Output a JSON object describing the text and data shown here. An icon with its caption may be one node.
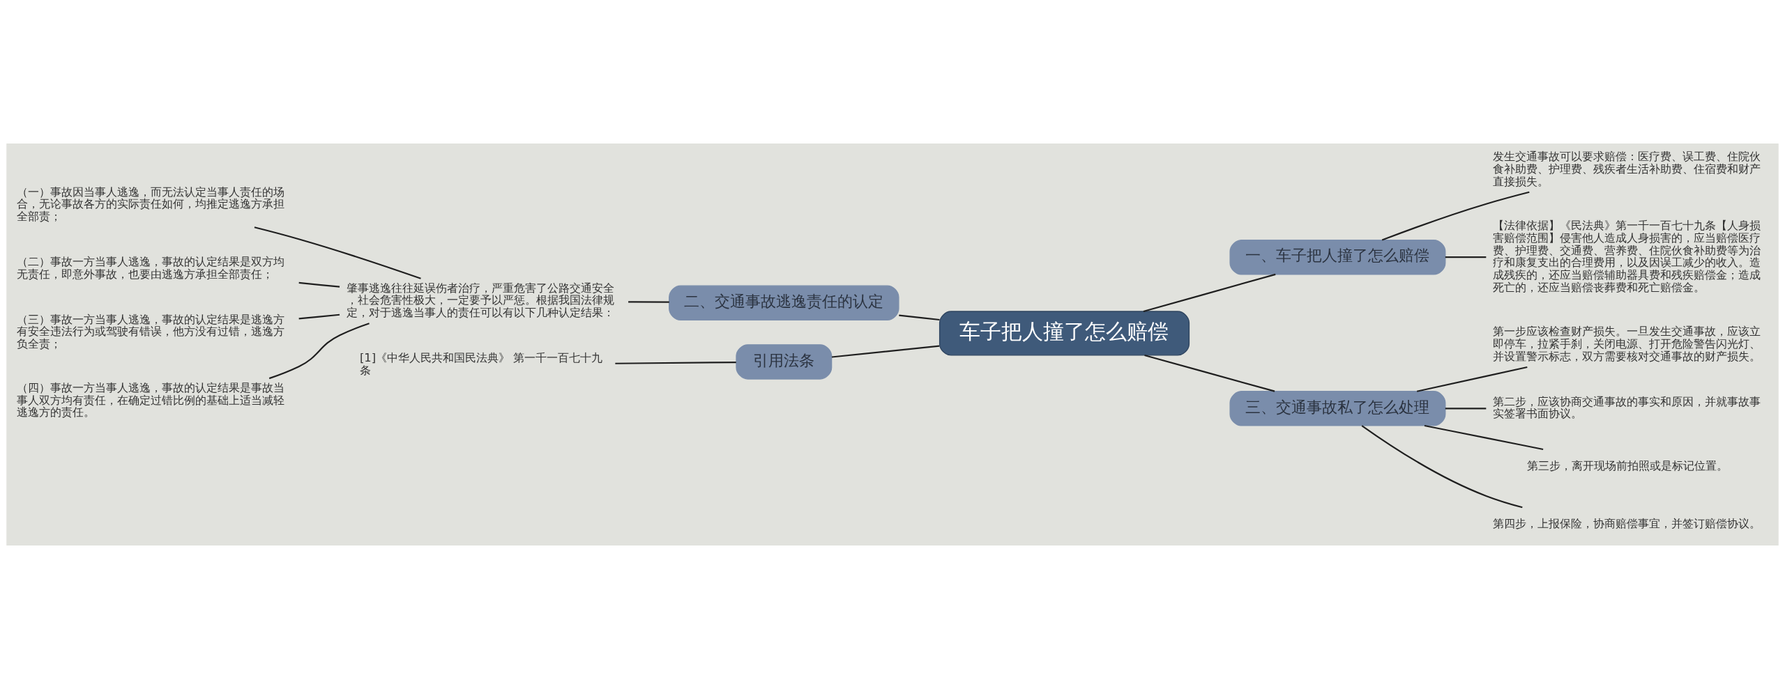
{
  "diagram": {
    "nodes": [
      {
        "text": [
          "车子把人撞了怎么赔偿"
        ]
      },
      {
        "text": [
          "一、车子把人撞了怎么赔偿"
        ]
      },
      {
        "text": [
          "发生交通事故可以要求赔偿：医疗费、误工费、住院伙食补助费、护理费、残疾者生活补助费、住宿费和财产直接损失。"
        ]
      },
      {
        "text": [
          "【法律依据】《民法典》第一千一百七十九条【人身损害赔偿范围】侵害他人造成人身损害的，应当赔偿医疗费、护理费、交通费、营养费、住院伙食补助费等为治疗和康复支出的合理费用，以及因误工减少的收入。造成残疾的，还应当赔偿辅助器具费和残疾赔偿金；造成死亡的，还应当赔偿丧葬费和死亡赔偿金。"
        ]
      },
      {
        "text": [
          "二、交通事故逃逸责任的认定"
        ]
      },
      {
        "text": [
          "肇事逃逸往往延误伤者治疗，严重危害了公路交通安全，社会危害性极大，一定要予以严惩。根据我国法律规定，对于逃逸当事人的责任可以有以下几种认定结果："
        ]
      },
      {
        "text": [
          "（一）事故因当事人逃逸，而无法认定当事人责任的场合，无论事故各方的实际责任如何，均推定逃逸方承担全部责；"
        ]
      },
      {
        "text": [
          "（二）事故一方当事人逃逸，事故的认定结果是双方均无责任，即意外事故，也要由逃逸方承担全部责任；"
        ]
      },
      {
        "text": [
          "（三）事故一方当事人逃逸，事故的认定结果是逃逸方有安全违法行为或驾驶有错误，他方没有过错，逃逸方负全责；"
        ]
      },
      {
        "text": [
          "（四）事故一方当事人逃逸，事故的认定结果是事故当事人双方均有责任，在确定过错比例的基础上适当减轻逃逸方的责任。"
        ]
      },
      {
        "text": [
          "三、交通事故私了怎么处理"
        ]
      },
      {
        "text": [
          "第一步应该检查财产损失。一旦发生交通事故，应该立即停车，拉紧手刹，关闭电源、打开危险警告闪光灯、并设置警示标志，双方需要核对交通事故的财产损失。"
        ]
      },
      {
        "text": [
          "第二步，应该协商交通事故的事实和原因，并就事故事实签署书面协议。"
        ]
      },
      {
        "text": [
          "第三步，离开现场前拍照或是标记位置。"
        ]
      },
      {
        "text": [
          "第四步，上报保险，协商赔偿事宜，并签订赔偿协议。"
        ]
      },
      {
        "text": [
          "引用法条"
        ]
      },
      {
        "text": [
          "[1]《中华人民共和国民法典》 第一千一百七十九条"
        ]
      }
    ],
    "edges": [
      {
        "from": 0,
        "to": 1,
        "arrow": "none"
      },
      {
        "from": 1,
        "to": 2,
        "arrow": "none"
      },
      {
        "from": 1,
        "to": 3,
        "arrow": "none"
      },
      {
        "from": 4,
        "to": 0,
        "arrow": "none"
      },
      {
        "from": 5,
        "to": 4,
        "arrow": "none"
      },
      {
        "from": 6,
        "to": 5,
        "arrow": "none"
      },
      {
        "from": 7,
        "to": 5,
        "arrow": "none"
      },
      {
        "from": 8,
        "to": 5,
        "arrow": "none"
      },
      {
        "from": 9,
        "to": 5,
        "arrow": "none"
      },
      {
        "from": 0,
        "to": 10,
        "arrow": "none"
      },
      {
        "from": 10,
        "to": 11,
        "arrow": "none"
      },
      {
        "from": 10,
        "to": 12,
        "arrow": "none"
      },
      {
        "from": 10,
        "to": 13,
        "arrow": "none"
      },
      {
        "from": 10,
        "to": 14,
        "arrow": "none"
      },
      {
        "from": 15,
        "to": 0,
        "arrow": "none"
      },
      {
        "from": 16,
        "to": 15,
        "arrow": "none"
      }
    ]
  }
}
